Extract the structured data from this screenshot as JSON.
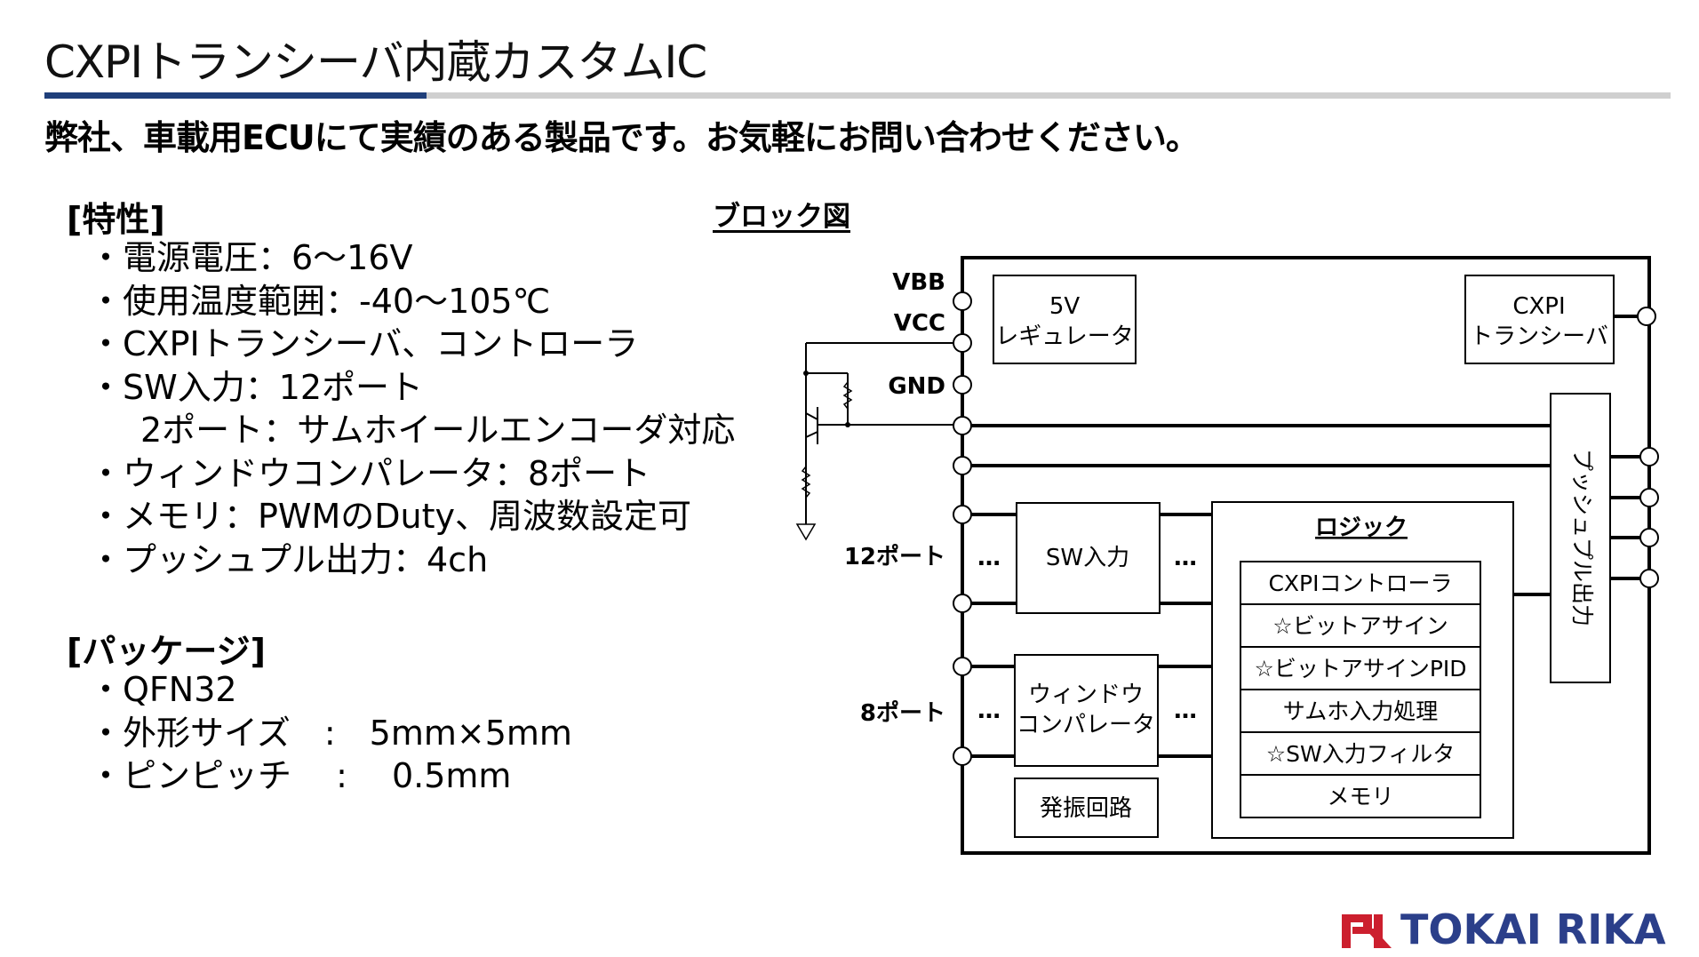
{
  "header": {
    "title": "CXPIトランシーバ内蔵カスタムIC",
    "subtitle": "弊社、車載用ECUにて実績のある製品です。お気軽にお問い合わせください。"
  },
  "features": {
    "heading": "[特性]",
    "items": [
      "・電源電圧：6～16V",
      "・使用温度範囲：-40～105℃",
      "・CXPIトランシーバ、コントローラ",
      "・SW入力：12ポート",
      "2ポート：サムホイールエンコーダ対応",
      "・ウィンドウコンパレータ：8ポート",
      "・メモリ：PWMのDuty、周波数設定可",
      "・プッシュプル出力：4ch"
    ]
  },
  "package": {
    "heading": "[パッケージ]",
    "items": [
      "・QFN32",
      "・外形サイズ　:　5mm×5mm",
      "・ピンピッチ　 :　 0.5mm"
    ]
  },
  "block_diagram": {
    "title": "ブロック図",
    "pins": {
      "vbb": "VBB",
      "vcc": "VCC",
      "gnd": "GND",
      "sw_ports": "12ポート",
      "wc_ports": "8ポート"
    },
    "regulator": [
      "5V",
      "レギュレータ"
    ],
    "transceiver": [
      "CXPI",
      "トランシーバ"
    ],
    "push_pull": "プッシュプル出力",
    "sw_input": "SW入力",
    "window_comparator": [
      "ウィンドウ",
      "コンパレータ"
    ],
    "oscillator": "発振回路",
    "logic": {
      "title": "ロジック",
      "rows": [
        "CXPIコントローラ",
        "☆ビットアサイン",
        "☆ビットアサインPID",
        "サムホ入力処理",
        "☆SW入力フィルタ",
        "メモリ"
      ]
    },
    "ellipsis": "…"
  },
  "logo": {
    "text": "TOKAI RIKA",
    "color": "#2b3f8a",
    "mark_color": "#cc1f2e"
  },
  "colors": {
    "title_accent": "#1f3f7a",
    "title_rule": "#cfcfcf"
  }
}
